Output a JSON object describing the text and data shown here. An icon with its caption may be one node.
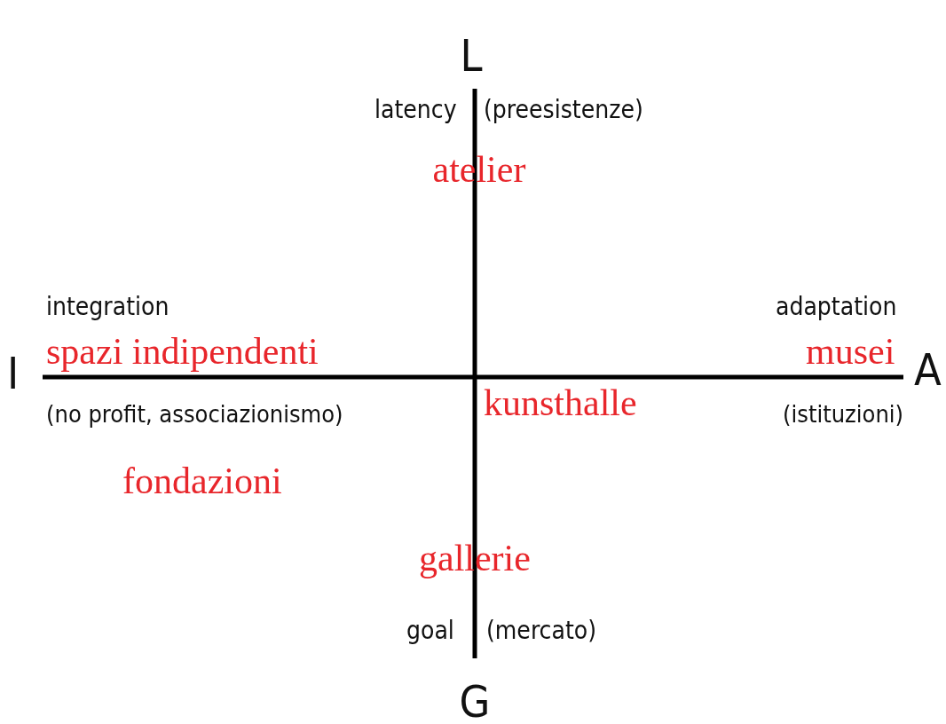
{
  "diagram": {
    "labels": [
      "L",
      "latency",
      "(preesistenze)",
      "atelier",
      "integration",
      "adaptation",
      "I",
      "spazi indipendenti",
      "musei",
      "A",
      "(no profit, associazionismo)",
      "kunsthalle",
      "(istituzioni)",
      "fondazioni",
      "gallerie",
      "goal",
      "(mercato)",
      "G"
    ]
  }
}
